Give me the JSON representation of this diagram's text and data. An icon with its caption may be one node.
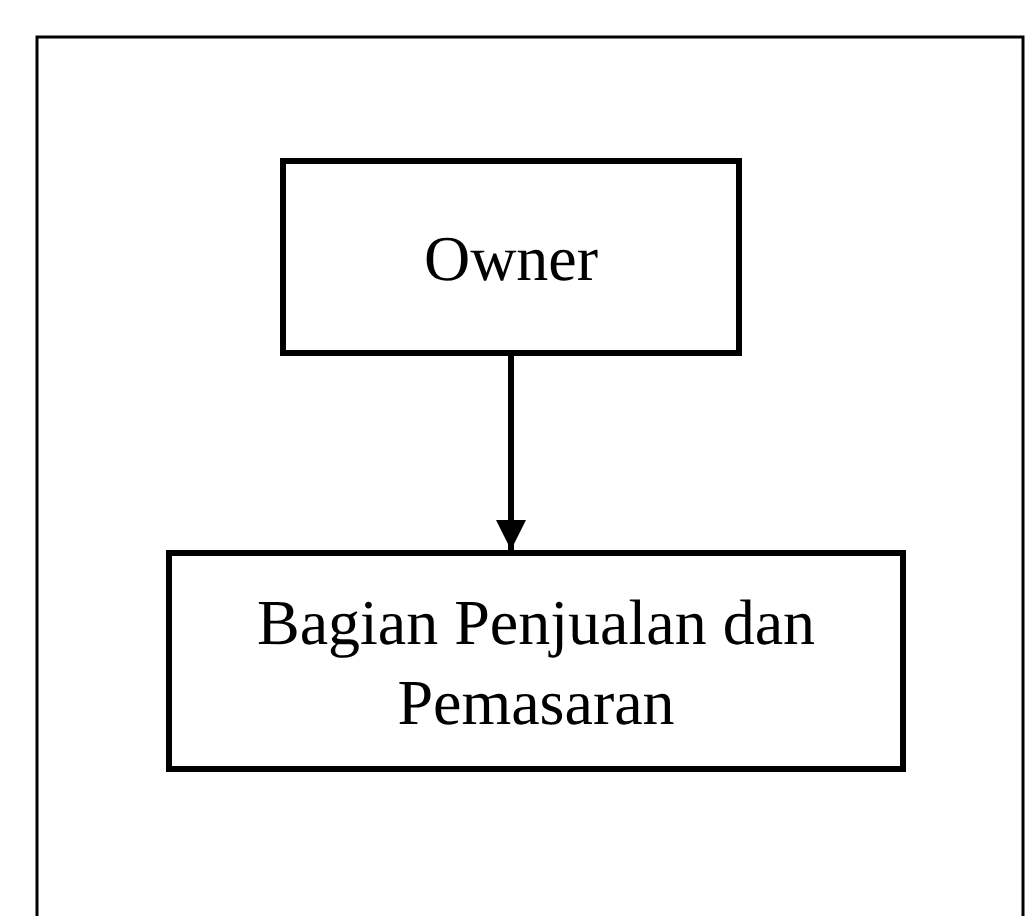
{
  "diagram": {
    "nodes": [
      {
        "text": [
          "Owner"
        ]
      },
      {
        "text": [
          "Bagian Penjualan dan Pemasaran"
        ]
      }
    ],
    "edges": [
      {
        "from": 0,
        "to": 1,
        "arrow": "to"
      }
    ]
  }
}
